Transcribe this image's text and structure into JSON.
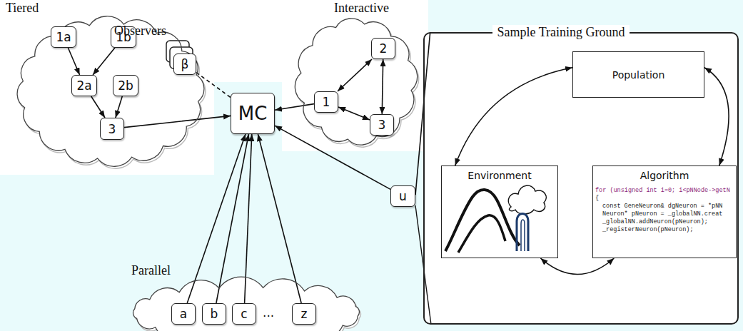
{
  "diagram": {
    "nodes": [
      {
        "text": [
          "Tiered"
        ]
      },
      {
        "text": [
          "1a"
        ],
        "in": 0
      },
      {
        "text": [
          "1b"
        ],
        "in": 0
      },
      {
        "text": [
          "2a"
        ],
        "in": 0
      },
      {
        "text": [
          "2b"
        ],
        "in": 0
      },
      {
        "text": [
          "3"
        ],
        "in": 0
      },
      {
        "text": [
          "Observers",
          "β"
        ]
      },
      {
        "text": [
          "Interactive"
        ]
      },
      {
        "text": [
          "2"
        ],
        "in": 7
      },
      {
        "text": [
          "1"
        ],
        "in": 7
      },
      {
        "text": [
          "3"
        ],
        "in": 7
      },
      {
        "text": [
          "MC"
        ]
      },
      {
        "text": [
          "Sample Training Ground"
        ]
      },
      {
        "text": [
          "Population"
        ],
        "in": 12
      },
      {
        "text": [
          "Environment"
        ],
        "in": 12
      },
      {
        "text": [
          "Algorithm"
        ],
        "in": 12
      },
      {
        "text": [
          "u"
        ]
      },
      {
        "text": [
          "Parallel"
        ]
      },
      {
        "text": [
          "a"
        ],
        "in": 17
      },
      {
        "text": [
          "b"
        ],
        "in": 17
      },
      {
        "text": [
          "c"
        ],
        "in": 17
      },
      {
        "text": [
          "z"
        ],
        "in": 17
      }
    ],
    "edges": [
      {
        "from": 1,
        "to": 3,
        "arrow": "to"
      },
      {
        "from": 2,
        "to": 3,
        "arrow": "to"
      },
      {
        "from": 3,
        "to": 5,
        "arrow": "to"
      },
      {
        "from": 4,
        "to": 5,
        "arrow": "to"
      },
      {
        "from": 5,
        "to": 11,
        "arrow": "to"
      },
      {
        "from": 6,
        "to": 11,
        "arrow": "none"
      },
      {
        "from": 9,
        "to": 11,
        "arrow": "to"
      },
      {
        "from": 9,
        "to": 8,
        "arrow": "both"
      },
      {
        "from": 8,
        "to": 10,
        "arrow": "both"
      },
      {
        "from": 9,
        "to": 10,
        "arrow": "both"
      },
      {
        "from": 16,
        "to": 11,
        "arrow": "to"
      },
      {
        "from": 18,
        "to": 11,
        "arrow": "to"
      },
      {
        "from": 19,
        "to": 11,
        "arrow": "to"
      },
      {
        "from": 20,
        "to": 11,
        "arrow": "to"
      },
      {
        "from": 21,
        "to": 11,
        "arrow": "to"
      },
      {
        "from": 13,
        "to": 14,
        "arrow": "both"
      },
      {
        "from": 13,
        "to": 15,
        "arrow": "both"
      },
      {
        "from": 14,
        "to": 15,
        "arrow": "both"
      },
      {
        "from": 16,
        "to": 12,
        "arrow": "none"
      }
    ],
    "labels": [
      "...",
      "for (unsigned int i=0; i<pNNode->getN",
      "{",
      "const GeneNeuron& dgNeuron = *pNN",
      "Neuron* pNeuron = _globalNN.creat",
      "_globalNN.addNeuron(pNeuron);",
      "_registerNeuron(pNeuron);"
    ]
  }
}
